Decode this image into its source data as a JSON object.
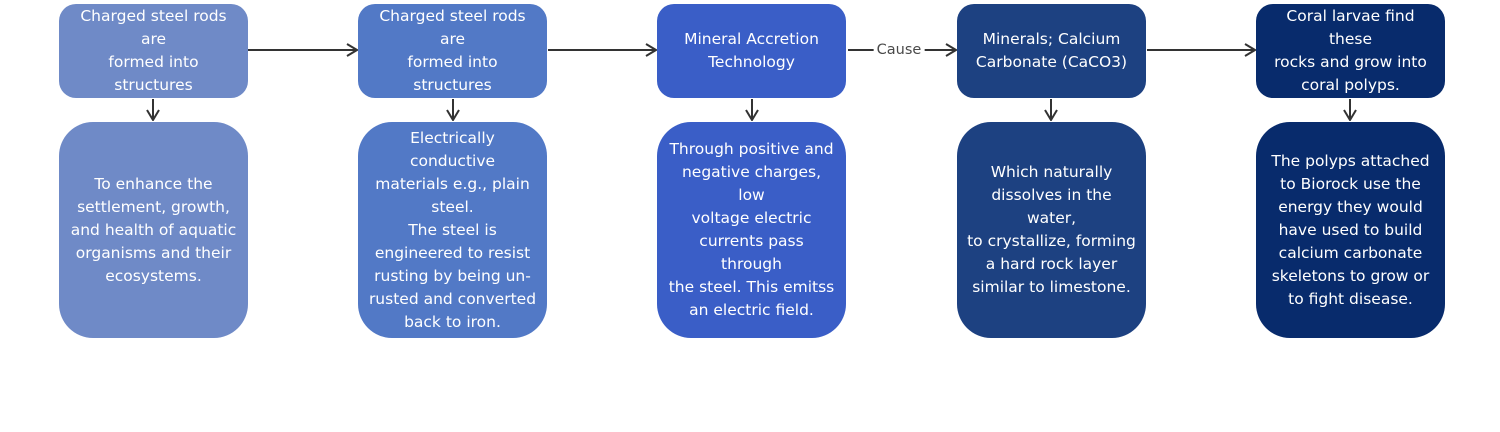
{
  "colors": {
    "col1": "#6f8ac7",
    "col2": "#5279c6",
    "col3": "#3a5ec7",
    "col4": "#1d4181",
    "col5": "#082b6c",
    "arrow": "#333333"
  },
  "columns": [
    {
      "head": "Charged steel rods are\nformed into structures",
      "detail": "To enhance the\nsettlement, growth,\nand health of aquatic\norganisms and their\necosystems."
    },
    {
      "head": "Charged steel rods are\nformed into structures",
      "detail": "Electrically conductive\nmaterials e.g., plain\nsteel.\nThe steel is\nengineered to resist\nrusting by being un-\nrusted and converted\nback to iron."
    },
    {
      "head": "Mineral Accretion\nTechnology",
      "detail": "Through positive and\nnegative charges, low\nvoltage electric\ncurrents pass through\nthe steel. This emitss\nan electric field."
    },
    {
      "head": "Minerals; Calcium\nCarbonate (CaCO3)",
      "detail": "Which naturally\ndissolves in the water,\nto crystallize, forming\na hard rock layer\nsimilar to limestone."
    },
    {
      "head": "Coral larvae find these\nrocks and grow into\ncoral polyps.",
      "detail": "The polyps attached\nto Biorock use the\nenergy they would\nhave used to build\ncalcium carbonate\nskeletons to grow or\nto fight disease."
    }
  ],
  "edge_labels": {
    "cause": "Cause"
  }
}
